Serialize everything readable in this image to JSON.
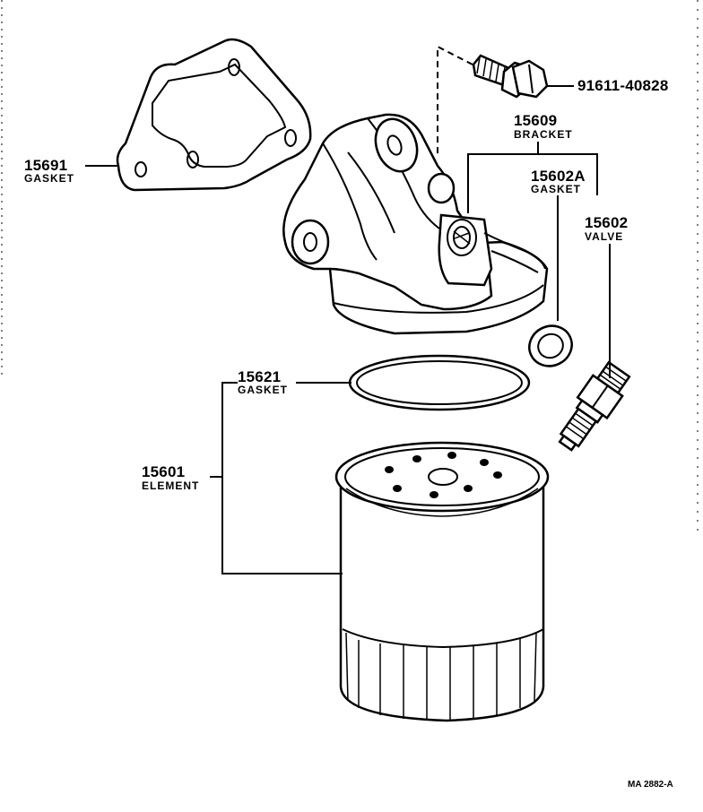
{
  "parts": {
    "bolt": {
      "number": "91611-40828"
    },
    "bracket": {
      "number": "15609",
      "name": "BRACKET"
    },
    "bracket_gasket": {
      "number": "15691",
      "name": "GASKET"
    },
    "valve_gasket": {
      "number": "15602A",
      "name": "GASKET"
    },
    "valve": {
      "number": "15602",
      "name": "VALVE"
    },
    "element_gasket": {
      "number": "15621",
      "name": "GASKET"
    },
    "element": {
      "number": "15601",
      "name": "ELEMENT"
    }
  },
  "figure_ref": "MA 2882-A"
}
